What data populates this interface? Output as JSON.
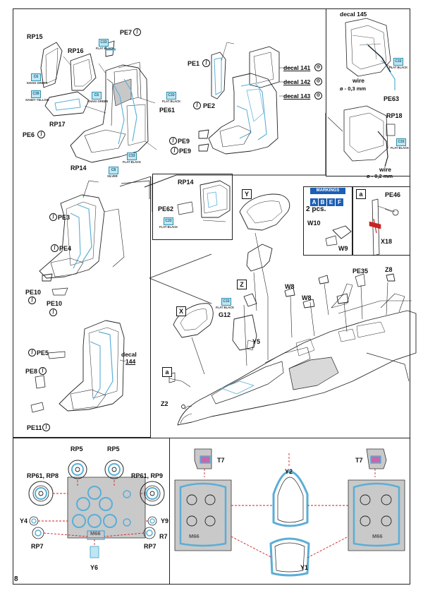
{
  "page_number": "8",
  "colors": {
    "photo_etch": "#5aaed6",
    "line": "#222222",
    "callout": "#cc2222",
    "markings": "#1c5fb5"
  },
  "seat_top": {
    "labels": {
      "rp15": "RP15",
      "rp16": "RP16",
      "pe7": "PE7",
      "rp17": "RP17",
      "pe6": "PE6",
      "rp14": "RP14",
      "pe61": "PE61"
    },
    "badges": {
      "khaki_green": {
        "code": "C6",
        "caption": "KHAKI GREEN"
      },
      "flat_black_a": {
        "code": "C33",
        "caption": "FLAT BLACK"
      },
      "sandy_yellow": {
        "code": "C39",
        "caption": "SANDY YELLOW"
      },
      "khaki_green_b": {
        "code": "C6",
        "caption": "KHAKI GREEN"
      },
      "flat_black_b": {
        "code": "C33",
        "caption": "FLAT BLACK"
      },
      "flat_black_c": {
        "code": "C33",
        "caption": "FLAT BLACK"
      },
      "silver": {
        "code": "C8",
        "caption": "SILVER"
      }
    }
  },
  "seat_right": {
    "labels": {
      "pe1": "PE1",
      "pe2": "PE2",
      "pe9a": "PE9",
      "pe9b": "PE9"
    },
    "decals": [
      "decal 141",
      "decal 142",
      "decal 143"
    ]
  },
  "detail_top_right": {
    "decal": "decal 145",
    "wire_a": "wire",
    "wire_a_size": "ø - 0,3 mm",
    "pe63": "PE63",
    "rp18": "RP18",
    "wire_b": "wire",
    "wire_b_size": "ø - 0,2 mm",
    "badge_a": {
      "code": "C33",
      "caption": "FLAT BLACK"
    },
    "badge_b": {
      "code": "C33",
      "caption": "FLAT BLACK"
    }
  },
  "detail_rp14": {
    "rp14": "RP14",
    "pe62": "PE62",
    "badge": {
      "code": "C33",
      "caption": "FLAT BLACK"
    }
  },
  "markings_box": {
    "title": "MARKINGS",
    "letters": [
      "A",
      "B",
      "E",
      "F"
    ],
    "pcs": "2 pcs.",
    "w10": "W10",
    "w9": "W9"
  },
  "detail_a": {
    "box": "a",
    "pe46": "PE46",
    "x18": "X18"
  },
  "seat_mid": {
    "pe3": "PE3",
    "pe4": "PE4",
    "pe10a": "PE10",
    "pe10b": "PE10"
  },
  "seat_bottom": {
    "pe5": "PE5",
    "decal": "decal",
    "decal_num": "144",
    "pe8": "PE8",
    "pe11": "PE11"
  },
  "fuselage": {
    "y": "Y",
    "z": "Z",
    "x": "X",
    "a": "a",
    "g12": "G12",
    "y5": "Y5",
    "z2": "Z2",
    "w8a": "W8",
    "w8b": "W8",
    "pe35": "PE35",
    "z8": "Z8",
    "badge": {
      "code": "C33",
      "caption": "FLAT BLACK"
    }
  },
  "bottom_left": {
    "rp5a": "RP5",
    "rp5b": "RP5",
    "rp61_rp8": "RP61, RP8",
    "rp61_rp9": "RP61, RP9",
    "y4": "Y4",
    "y9": "Y9",
    "rp7a": "RP7",
    "rp7b": "RP7",
    "r7": "R7",
    "y6": "Y6",
    "fret_code": "M66"
  },
  "bottom_right": {
    "t7a": "T7",
    "t7b": "T7",
    "y2": "Y2",
    "y1": "Y1",
    "fret_a": "M66",
    "fret_b": "M66"
  }
}
